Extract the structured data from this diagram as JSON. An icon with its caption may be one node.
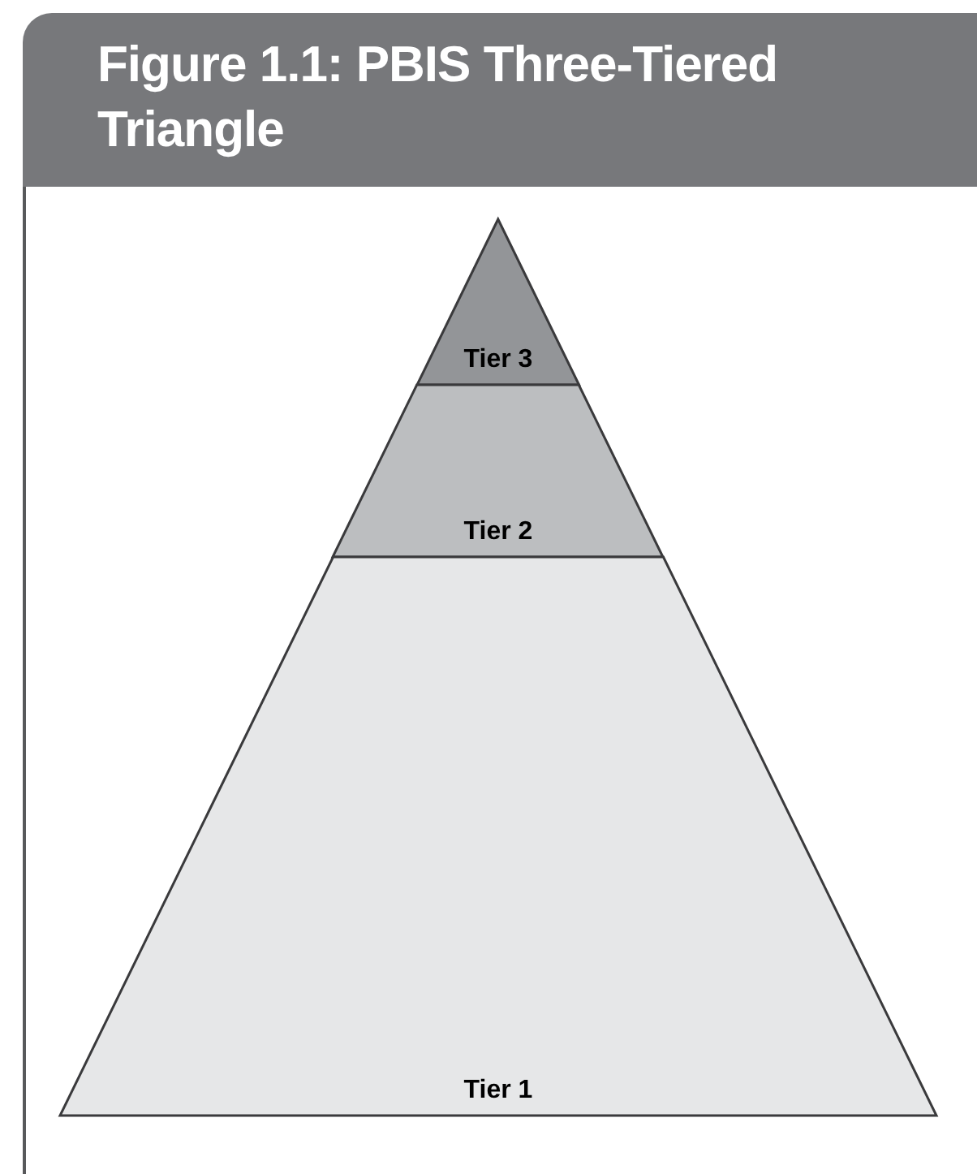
{
  "diagram": {
    "title": "Figure 1.1: PBIS Three-Tiered Triangle",
    "nodes": [
      {
        "text": [
          "Tier 3"
        ]
      },
      {
        "text": [
          "Tier 2"
        ]
      },
      {
        "text": [
          "Tier 1"
        ]
      }
    ]
  }
}
